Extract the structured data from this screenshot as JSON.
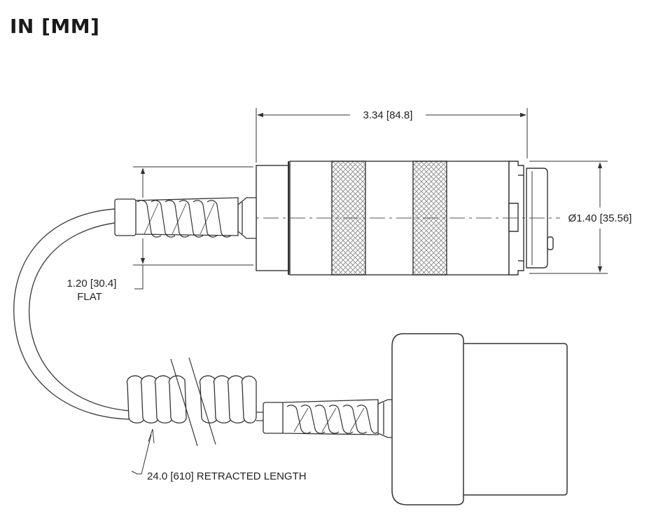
{
  "title": "IN [MM]",
  "dimensions": {
    "body_length": "3.34 [84.8]",
    "diameter": "Ø1.40 [35.56]",
    "flat_line1": "1.20 [30.4]",
    "flat_line2": "FLAT",
    "retracted_length": "24.0 [610] RETRACTED LENGTH"
  },
  "colors": {
    "line": "#333333",
    "knurl": "#888888",
    "cable": "#444444"
  }
}
